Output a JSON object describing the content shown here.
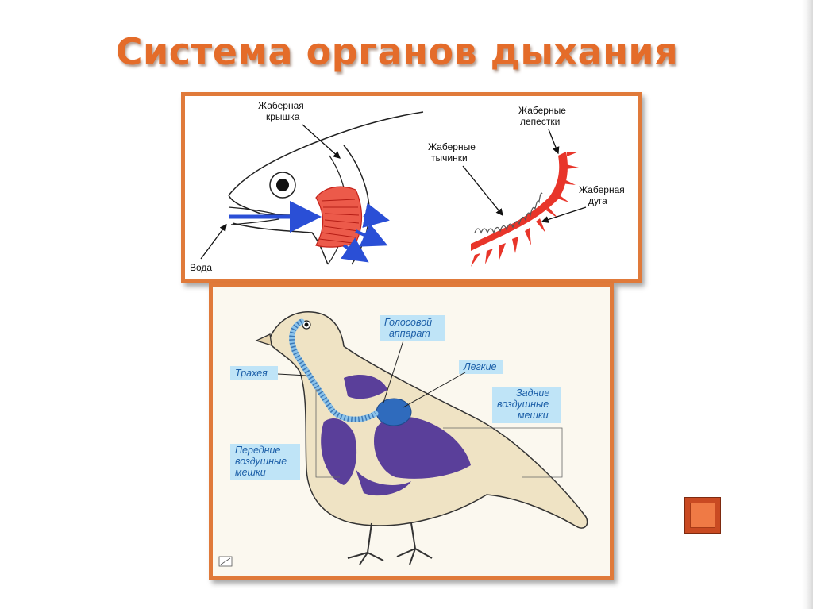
{
  "slide": {
    "title": "Система органов дыхания"
  },
  "fish_diagram": {
    "labels": {
      "gill_cover": [
        "Жаберная",
        "крышка"
      ],
      "gill_rakers": [
        "Жаберные",
        "тычинки"
      ],
      "gill_filaments": [
        "Жаберные",
        "лепестки"
      ],
      "gill_arch": [
        "Жаберная",
        "дуга"
      ],
      "water": "Вода"
    },
    "colors": {
      "gills": "#e8352a",
      "water_arrows": "#2a4fd6",
      "outline": "#222222"
    }
  },
  "bird_diagram": {
    "labels": {
      "voice_apparatus": [
        "Голосовой",
        "аппарат"
      ],
      "lungs": "Легкие",
      "trachea": "Трахея",
      "rear_air_sacs": [
        "Задние",
        "воздушные",
        "мешки"
      ],
      "front_air_sacs": [
        "Передние",
        "воздушные",
        "мешки"
      ]
    },
    "colors": {
      "body": "#efe3c4",
      "air_sacs": "#5a3f9a",
      "lungs": "#2f6bbd",
      "trachea": "#8cc3ea",
      "label_bg": "#bfe4f7"
    }
  },
  "controls": {
    "next_button_icon": "square-button-icon"
  }
}
